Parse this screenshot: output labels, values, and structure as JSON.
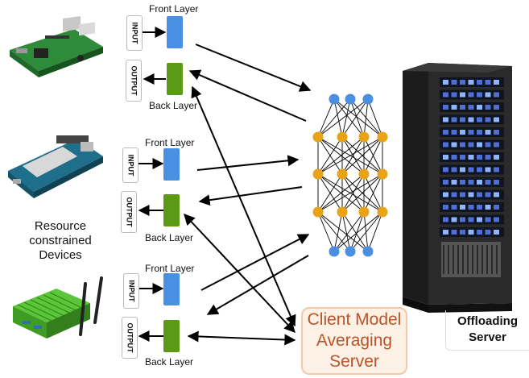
{
  "groups": [
    {
      "front_layer": "Front Layer",
      "back_layer": "Back Layer",
      "input": "INPUT",
      "output": "OUTPUT"
    },
    {
      "front_layer": "Front Layer",
      "back_layer": "Back Layer",
      "input": "INPUT",
      "output": "OUTPUT"
    },
    {
      "front_layer": "Front Layer",
      "back_layer": "Back Layer",
      "input": "INPUT",
      "output": "OUTPUT"
    }
  ],
  "devices_label": [
    "Resource",
    "constrained",
    "Devices"
  ],
  "aggregator": {
    "lines": [
      "Client Model",
      "Averaging",
      "Server"
    ]
  },
  "server": {
    "lines": [
      "Offloading",
      "Server"
    ]
  },
  "colors": {
    "front_layer": "#4a90e2",
    "back_layer": "#5a9a15",
    "nn_input_nodes": "#4a90e2",
    "nn_hidden_nodes": "#e8a317",
    "aggregator_border": "#f1c9a7",
    "aggregator_text": "#b9542a"
  },
  "icons": [
    "raspberry-pi-board-icon",
    "intel-edison-board-icon",
    "green-heatsink-gateway-icon",
    "neural-network-icon",
    "server-rack-icon"
  ]
}
